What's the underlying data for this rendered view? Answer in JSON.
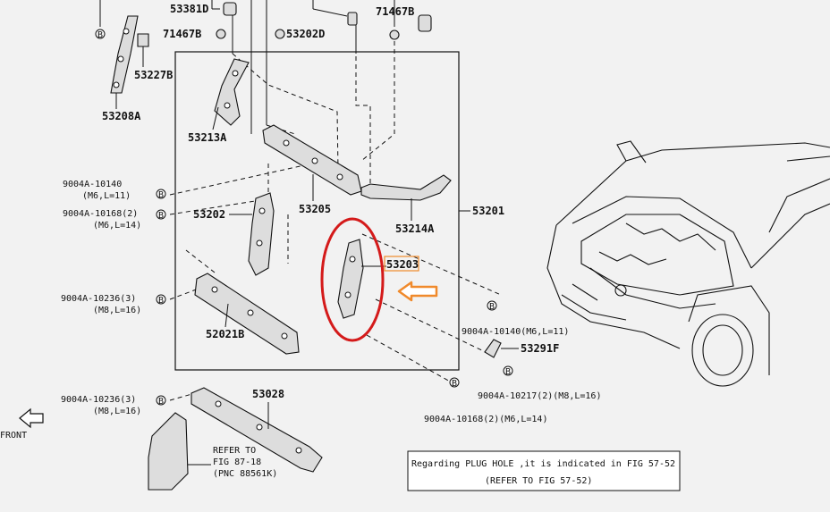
{
  "labels": {
    "p53381D": "53381D",
    "p71467B_top": "71467B",
    "p71467B_left": "71467B",
    "p53202D": "53202D",
    "p53227B": "53227B",
    "p53208A": "53208A",
    "p53213A": "53213A",
    "p53205": "53205",
    "p53214A": "53214A",
    "p53201": "53201",
    "p53202": "53202",
    "p53203": "53203",
    "p52021B": "52021B",
    "p53028": "53028",
    "p53291F": "53291F"
  },
  "bolts": {
    "b1_code": "9004A-10140",
    "b1_spec": "(M6,L=11)",
    "b2_code": "9004A-10168(2)",
    "b2_spec": "(M6,L=14)",
    "b3_code": "9004A-10236(3)",
    "b3_spec": "(M8,L=16)",
    "b4_code": "9004A-10236(3)",
    "b4_spec": "(M8,L=16)",
    "b5_text": "9004A-10140(M6,L=11)",
    "b6_text": "9004A-10217(2)(M8,L=16)",
    "b7_text": "9004A-10168(2)(M6,L=14)",
    "marker": "B"
  },
  "refer": {
    "line1": "REFER TO",
    "line2": "FIG 87-18",
    "line3": "(PNC 88561K)"
  },
  "front": "FRONT",
  "note": {
    "line1": "Regarding PLUG HOLE ,it is indicated in FIG 57-52",
    "line2": "(REFER TO FIG 57-52)"
  },
  "colors": {
    "highlight_ellipse": "#d41a1a",
    "arrow": "#f08a2c",
    "label_box": "#f08a2c"
  }
}
